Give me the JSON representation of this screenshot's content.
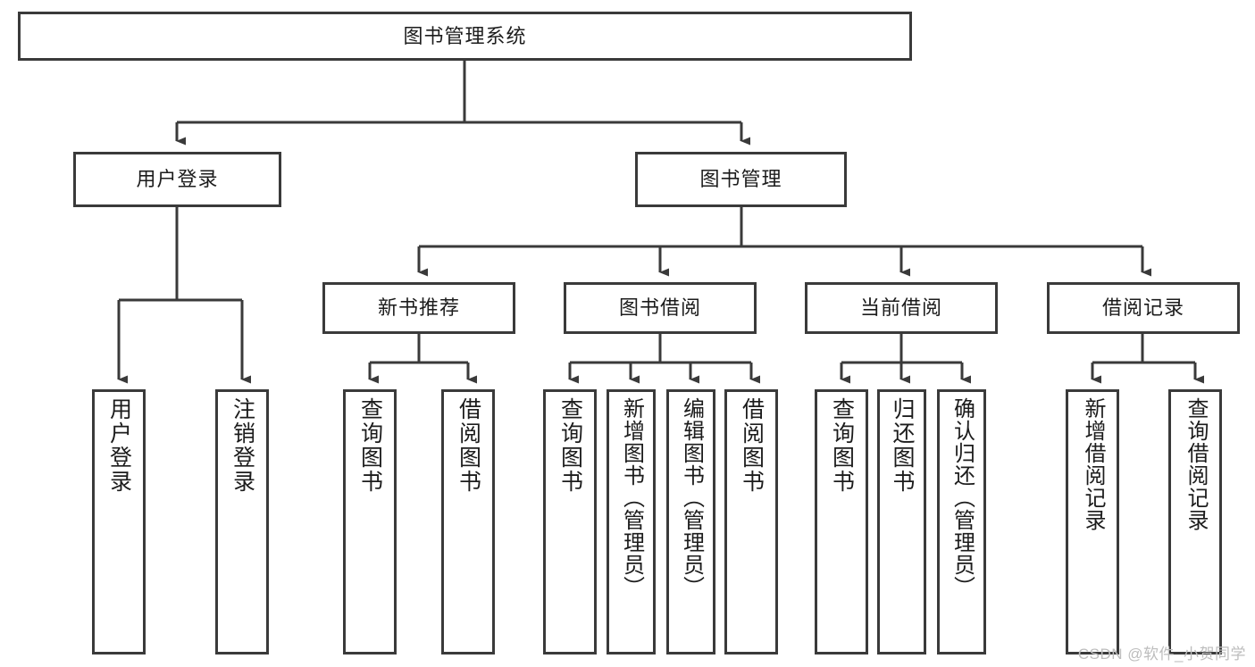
{
  "diagram": {
    "title_node": {
      "label": "图书管理系统"
    },
    "level1": [
      {
        "id": "user-login",
        "label": "用户登录"
      },
      {
        "id": "book-management",
        "label": "图书管理"
      }
    ],
    "level2": [
      {
        "id": "new-book-recommend",
        "label": "新书推荐"
      },
      {
        "id": "book-borrow",
        "label": "图书借阅"
      },
      {
        "id": "current-borrow",
        "label": "当前借阅"
      },
      {
        "id": "borrow-record",
        "label": "借阅记录"
      }
    ],
    "leaves": {
      "user_login": [
        {
          "id": "leaf-user-login",
          "label": "用户登录"
        },
        {
          "id": "leaf-logout",
          "label": "注销登录"
        }
      ],
      "new_book_recommend": [
        {
          "id": "leaf-query-book-1",
          "label": "查询图书"
        },
        {
          "id": "leaf-borrow-book-1",
          "label": "借阅图书"
        }
      ],
      "book_borrow": [
        {
          "id": "leaf-query-book-2",
          "label": "查询图书"
        },
        {
          "id": "leaf-add-book",
          "label": "新增图书（管理员）"
        },
        {
          "id": "leaf-edit-book",
          "label": "编辑图书（管理员）"
        },
        {
          "id": "leaf-borrow-book-2",
          "label": "借阅图书"
        }
      ],
      "current_borrow": [
        {
          "id": "leaf-query-book-3",
          "label": "查询图书"
        },
        {
          "id": "leaf-return-book",
          "label": "归还图书"
        },
        {
          "id": "leaf-confirm-return",
          "label": "确认归还（管理员）"
        }
      ],
      "borrow_record": [
        {
          "id": "leaf-add-record",
          "label": "新增借阅记录"
        },
        {
          "id": "leaf-query-record",
          "label": "查询借阅记录"
        }
      ]
    }
  },
  "watermark": {
    "text": "CSDN @软件_小贺同学"
  },
  "colors": {
    "stroke": "#3a3a3a",
    "node_fill": "#ffffff",
    "text": "#1c1c1c",
    "watermark": "#bdbdbd",
    "background": "#ffffff"
  }
}
